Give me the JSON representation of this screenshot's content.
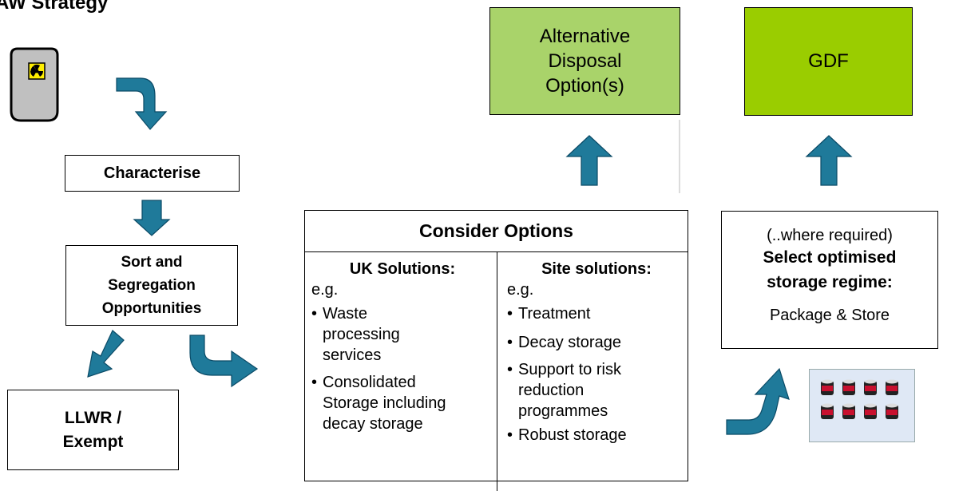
{
  "title": "AW Strategy",
  "nodes": {
    "characterise": "Characterise",
    "sort_lines": [
      "Sort and",
      "Segregation",
      "Opportunities"
    ],
    "llwr_bold": "LLWR",
    "llwr_sep": " /",
    "exempt": "Exempt",
    "alt_disposal_lines": [
      "Alternative",
      "Disposal",
      "Option(s)"
    ],
    "gdf": "GDF",
    "consider_options": "Consider Options",
    "uk_solutions": {
      "heading": "UK Solutions:",
      "eg": "e.g.",
      "items": [
        [
          "Waste",
          "processing",
          "services"
        ],
        [
          "Consolidated",
          "Storage including",
          "decay storage"
        ]
      ]
    },
    "site_solutions": {
      "heading": "Site solutions:",
      "eg": "e.g.",
      "items": [
        [
          "Treatment"
        ],
        [
          "Decay storage"
        ],
        [
          "Support to risk",
          "reduction",
          "programmes"
        ],
        [
          "Robust storage"
        ]
      ]
    },
    "storage": {
      "where": "(..where required)",
      "heading_lines": [
        "Select optimised",
        "storage regime:"
      ],
      "package": "Package & Store"
    }
  },
  "icons": [
    "radioactive-drum-icon",
    "drum-array-icon",
    "arrow-icon"
  ],
  "colors": {
    "arrow": "#1f7a9a",
    "alt_disposal": "#a9d36a",
    "gdf": "#9acd00",
    "hazard": "#ffee00",
    "drum_panel": "#dfe8f5",
    "drum_red": "#c8102e"
  }
}
